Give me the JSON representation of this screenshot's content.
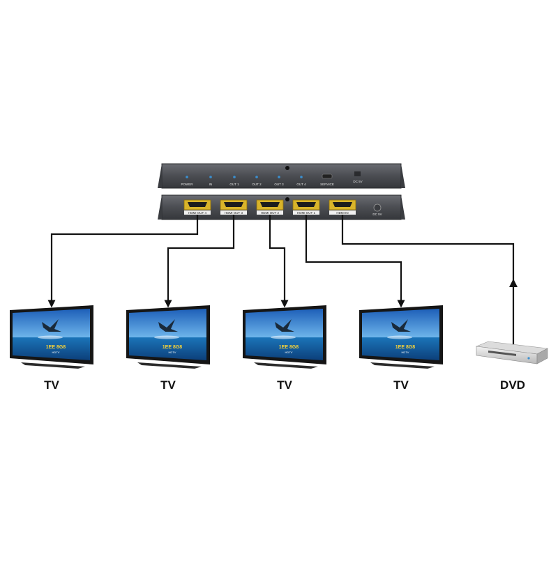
{
  "front_panel": {
    "indicators": [
      "POWER",
      "IN",
      "OUT 1",
      "OUT 2",
      "OUT 3",
      "OUT 4"
    ],
    "service_label": "SERVICE",
    "dc_label": "DC 5V"
  },
  "rear_panel": {
    "ports": [
      "HDMI OUT 4",
      "HDMI OUT 3",
      "HDMI OUT 2",
      "HDMI OUT 1",
      "HDMI IN"
    ],
    "power_label": "DC 5V"
  },
  "screen_text": {
    "line1": "1EE 8G8",
    "line2": "HDTV"
  },
  "devices": {
    "tv_labels": [
      "TV",
      "TV",
      "TV",
      "TV"
    ],
    "source_label": "DVD"
  },
  "colors": {
    "panel": "#4b4d52",
    "line": "#111111",
    "port": "#d9b42a",
    "indicator": "#3a8fd0"
  }
}
